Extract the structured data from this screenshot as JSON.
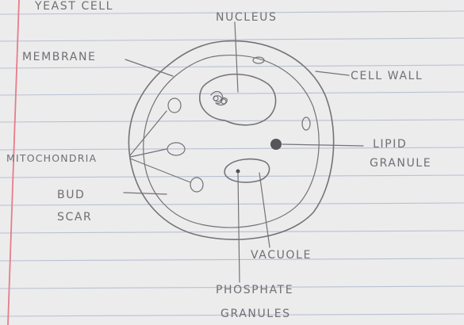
{
  "page": {
    "paper_color": "#ececed",
    "rule_color": "#b9c0d2",
    "margin_color": "#e77d89",
    "ink_color": "#737378"
  },
  "diagram": {
    "title": "YEAST CELL",
    "labels": {
      "nucleus": "NUCLEUS",
      "membrane": "MEMBRANE",
      "cell_wall": "CELL WALL",
      "mitochondria": "MITOCHONDRIA",
      "lipid_line1": "LIPID",
      "lipid_line2": "GRANULE",
      "bud_line1": "BUD",
      "bud_line2": "SCAR",
      "vacuole": "VACUOLE",
      "phosphate_line1": "PHOSPHATE",
      "phosphate_line2": "GRANULES"
    }
  }
}
